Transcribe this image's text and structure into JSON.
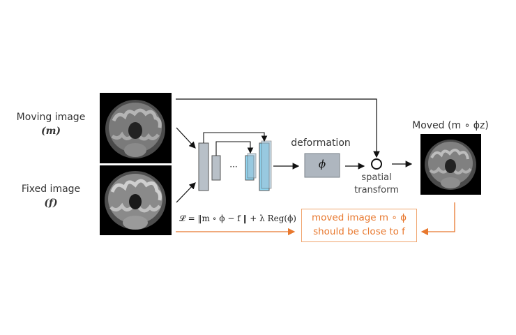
{
  "labels": {
    "moving_image": "Moving image",
    "moving_symbol": "(m)",
    "fixed_image": "Fixed image",
    "fixed_symbol": "(f)",
    "deformation": "deformation",
    "phi": "ϕ",
    "spatial": "spatial",
    "transform": "transform",
    "moved_title": "Moved (m ∘ ϕz)",
    "network_dots": "···",
    "loss": "𝓛 = ‖m ∘ ϕ − f ‖ + λ Reg(ϕ)",
    "note_line1": "moved image m ∘ ϕ",
    "note_line2": "should be close to f"
  },
  "colors": {
    "orange": "#e8782e",
    "network_gray": "#b8c0c8",
    "network_blue": "#8fd3ee",
    "deformation_box": "#aeb6bf"
  }
}
